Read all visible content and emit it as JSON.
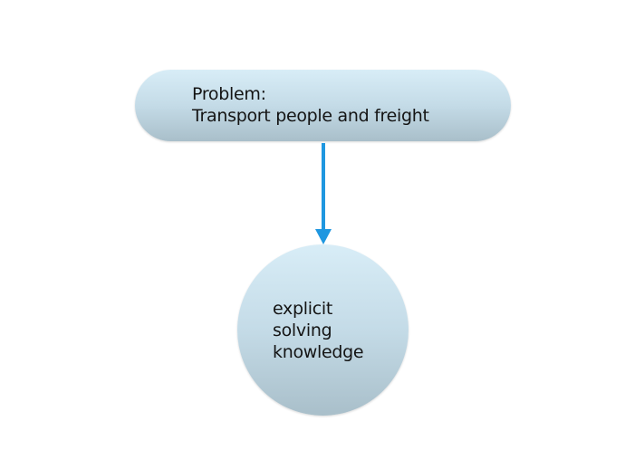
{
  "problem_node": {
    "line1": "Problem:",
    "line2": "Transport people and freight"
  },
  "knowledge_node": {
    "line1": "explicit",
    "line2": "solving",
    "line3": "knowledge"
  },
  "colors": {
    "node_fill_top": "#d8edf7",
    "node_fill_bottom": "#a9bfca",
    "arrow": "#1f97e0",
    "text": "#141414"
  }
}
